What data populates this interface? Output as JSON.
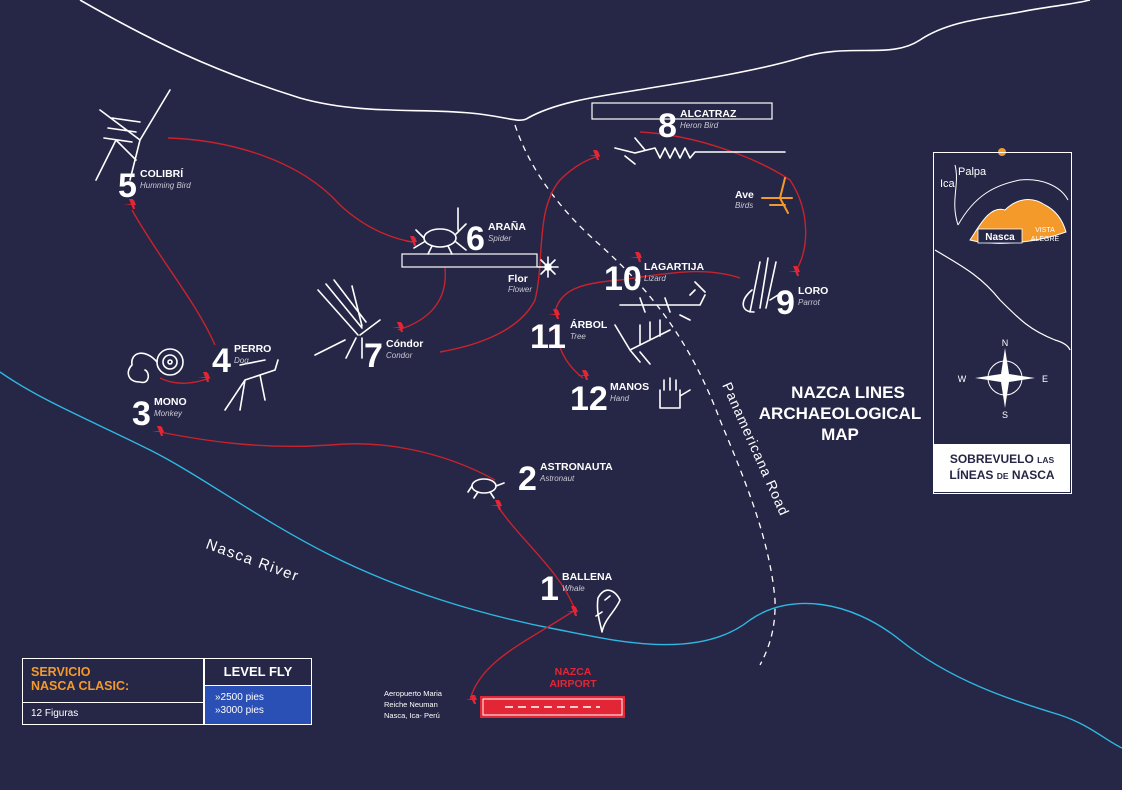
{
  "map": {
    "title_lines": [
      "NAZCA LINES",
      "ARCHAEOLOGICAL",
      "MAP"
    ],
    "river_label": "Nasca River",
    "road_label": "Panamericana Road",
    "airport": {
      "name_lines": [
        "NAZCA",
        "AIRPORT"
      ],
      "caption_lines": [
        "Aeropuerto Maria",
        "Reiche Neuman",
        "Nasca, Ica- Perú"
      ]
    },
    "extra_figures": [
      {
        "name": "Flor",
        "sub": "Flower"
      },
      {
        "name": "Ave",
        "sub": "Birds"
      }
    ],
    "figures": [
      {
        "num": "1",
        "name": "BALLENA",
        "sub": "Whale"
      },
      {
        "num": "2",
        "name": "ASTRONAUTA",
        "sub": "Astronaut"
      },
      {
        "num": "3",
        "name": "MONO",
        "sub": "Monkey"
      },
      {
        "num": "4",
        "name": "PERRO",
        "sub": "Dog"
      },
      {
        "num": "5",
        "name": "COLIBRÍ",
        "sub": "Humming Bird"
      },
      {
        "num": "6",
        "name": "ARAÑA",
        "sub": "Spider"
      },
      {
        "num": "7",
        "name": "Cóndor",
        "sub": "Condor"
      },
      {
        "num": "8",
        "name": "ALCATRAZ",
        "sub": "Heron Bird"
      },
      {
        "num": "9",
        "name": "LORO",
        "sub": "Parrot"
      },
      {
        "num": "10",
        "name": "LAGARTIJA",
        "sub": "Lizard"
      },
      {
        "num": "11",
        "name": "ÁRBOL",
        "sub": "Tree"
      },
      {
        "num": "12",
        "name": "MANOS",
        "sub": "Hand"
      }
    ]
  },
  "legend": {
    "service_title_lines": [
      "SERVICIO",
      "NASCA CLASIC:"
    ],
    "service_value": "12 Figuras",
    "level_title": "LEVEL FLY",
    "level_values": [
      "»2500 pies",
      "»3000 pies"
    ]
  },
  "inset": {
    "towns": [
      "Palpa",
      "Ica",
      "Nasca"
    ],
    "region_label_lines": [
      "VISTA",
      "ALEGRE"
    ],
    "compass": [
      "N",
      "E",
      "S",
      "W"
    ],
    "title_big": [
      "SOBREVUELO",
      "LÍNEAS",
      "NASCA"
    ],
    "title_small": [
      "LAS",
      "DE"
    ]
  },
  "colors": {
    "background": "#262646",
    "route": "#c8232c",
    "plane": "#e32636",
    "river": "#2fb8e0",
    "accent": "#f39a2b",
    "legend_blue": "#2a4fb5"
  }
}
